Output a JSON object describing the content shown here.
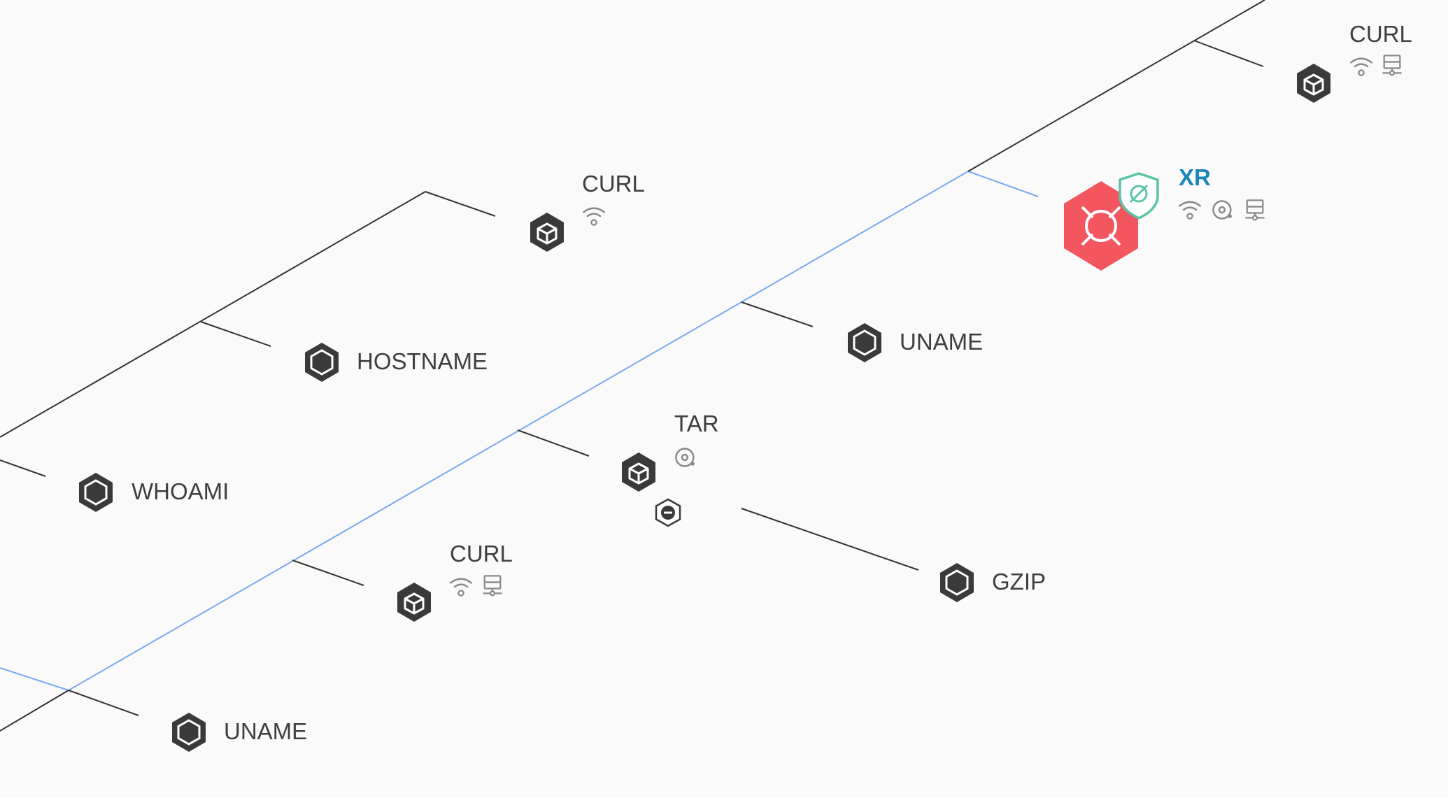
{
  "graph": {
    "colors": {
      "edge": "#333333",
      "edge_active": "#7aa9ef",
      "node": "#3a3a3a",
      "alert": "#f3565f",
      "shield": "#5cc3a8",
      "label": "#3f3f3f",
      "label_alert": "#1d86b8",
      "attr_icon": "#8a8a8a"
    },
    "nodes": [
      {
        "id": "curl-top-right",
        "label": "CURL",
        "icon": "container-cube-icon",
        "attrs": [
          "wifi-icon",
          "storage-icon"
        ],
        "alert": false
      },
      {
        "id": "xr",
        "label": "XR",
        "icon": "alert-target-icon",
        "badge": "shield-slash-icon",
        "attrs": [
          "wifi-icon",
          "disk-icon",
          "storage-icon"
        ],
        "alert": true
      },
      {
        "id": "curl-mid",
        "label": "CURL",
        "icon": "container-cube-icon",
        "attrs": [
          "wifi-icon"
        ],
        "alert": false
      },
      {
        "id": "hostname",
        "label": "HOSTNAME",
        "icon": "process-hexagon-icon",
        "attrs": [],
        "alert": false
      },
      {
        "id": "uname-mid",
        "label": "UNAME",
        "icon": "process-hexagon-icon",
        "attrs": [],
        "alert": false
      },
      {
        "id": "tar",
        "label": "TAR",
        "icon": "container-cube-icon",
        "attrs": [
          "disk-icon"
        ],
        "collapse": "collapse-minus-icon",
        "alert": false
      },
      {
        "id": "whoami",
        "label": "WHOAMI",
        "icon": "process-hexagon-icon",
        "attrs": [],
        "alert": false
      },
      {
        "id": "curl-bottom",
        "label": "CURL",
        "icon": "container-cube-icon",
        "attrs": [
          "wifi-icon",
          "storage-icon"
        ],
        "alert": false
      },
      {
        "id": "gzip",
        "label": "GZIP",
        "icon": "process-hexagon-icon",
        "attrs": [],
        "alert": false
      },
      {
        "id": "uname-bottom",
        "label": "UNAME",
        "icon": "process-hexagon-icon",
        "attrs": [],
        "alert": false
      }
    ]
  }
}
